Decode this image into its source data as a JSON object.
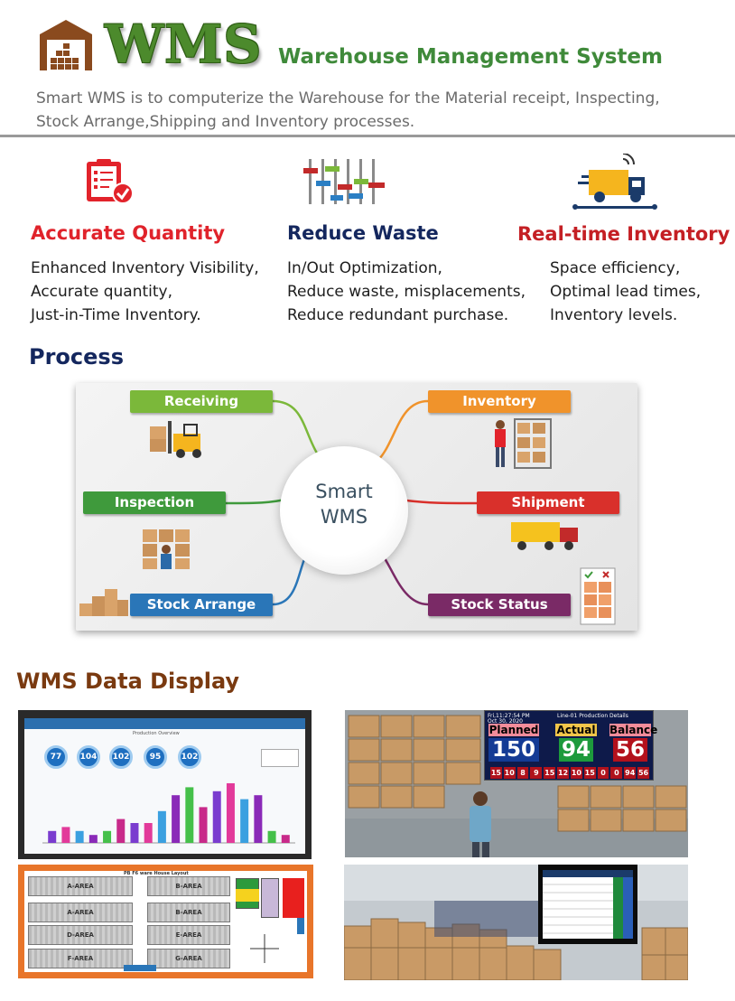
{
  "header": {
    "logo_text": "WMS",
    "subtitle": "Warehouse Management System",
    "intro_lines": [
      "Smart WMS is to computerize the Warehouse for the Material receipt, Inspecting,",
      "Stock Arrange,Shipping and Inventory processes."
    ]
  },
  "benefits": [
    {
      "title": "Accurate Quantity",
      "color": "#e0232b",
      "icon": "checklist-icon",
      "lines": [
        "Enhanced Inventory Visibility,",
        "Accurate quantity,",
        "Just-in-Time Inventory."
      ]
    },
    {
      "title": "Reduce Waste",
      "color": "#14275e",
      "icon": "sliders-icon",
      "lines": [
        "In/Out Optimization,",
        "Reduce waste, misplacements,",
        "Reduce redundant purchase."
      ]
    },
    {
      "title": "Real-time Inventory",
      "color": "#c41f24",
      "icon": "tracking-truck-icon",
      "lines": [
        "Space efficiency,",
        "Optimal lead times,",
        "Inventory levels."
      ]
    }
  ],
  "process": {
    "title": "Process",
    "hub": [
      "Smart",
      "WMS"
    ],
    "steps": [
      {
        "label": "Receiving",
        "color": "#7bb83a"
      },
      {
        "label": "Inspection",
        "color": "#3f9a3c"
      },
      {
        "label": "Stock Arrange",
        "color": "#2a76b8"
      },
      {
        "label": "Inventory",
        "color": "#f0932b"
      },
      {
        "label": "Shipment",
        "color": "#d9302b"
      },
      {
        "label": "Stock Status",
        "color": "#7a2a66"
      }
    ]
  },
  "data_display": {
    "title": "WMS Data Display",
    "dashboard": {
      "header_text": "Production Overview",
      "kpis": [
        "77",
        "104",
        "102",
        "95",
        "102"
      ],
      "bar_values": [
        3,
        4,
        3,
        2,
        3,
        6,
        5,
        5,
        8,
        12,
        14,
        9,
        13,
        15,
        11,
        12,
        3,
        2
      ]
    },
    "production_board": {
      "header_left": "Fri,11:27:54 PM",
      "header_date": "Oct 30, 2020",
      "header_title": "Line-01   Production Details",
      "metrics": [
        {
          "label": "Planned",
          "value": "150",
          "label_bg": "#f28c9a",
          "value_bg": "#143b95"
        },
        {
          "label": "Actual",
          "value": "94",
          "label_bg": "#f2c64a",
          "value_bg": "#1d9a3c"
        },
        {
          "label": "Balance",
          "value": "56",
          "label_bg": "#f28c9a",
          "value_bg": "#b3111c"
        }
      ],
      "digits": [
        "15",
        "10",
        "8",
        "9",
        "15",
        "12",
        "10",
        "15",
        "0",
        "0",
        "94",
        "56"
      ]
    },
    "layout_map": {
      "title": "PB F6 ware House Layout",
      "areas": [
        "A-AREA",
        "B-AREA",
        "A-AREA",
        "B-AREA",
        "D-AREA",
        "E-AREA",
        "F-AREA",
        "G-AREA"
      ]
    }
  }
}
